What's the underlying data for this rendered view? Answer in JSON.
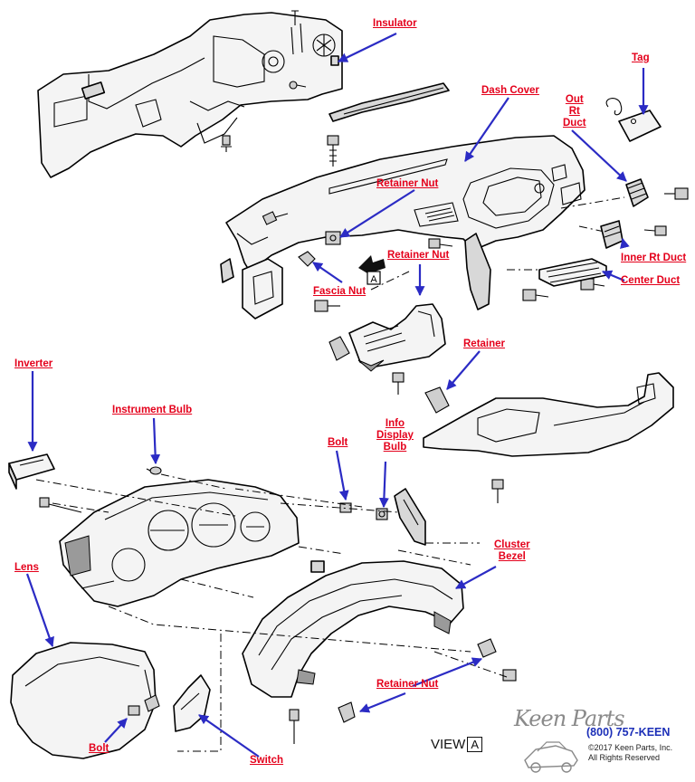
{
  "labels": {
    "insulator": "Insulator",
    "tag": "Tag",
    "dash_cover": "Dash Cover",
    "out_rt_duct_1": "Out",
    "out_rt_duct_2": "Rt",
    "out_rt_duct_3": "Duct",
    "retainer_nut_top": "Retainer Nut",
    "retainer_nut_mid": "Retainer Nut",
    "retainer_nut_bottom": "Retainer Nut",
    "fascia_nut": "Fascia Nut",
    "inner_rt_duct": "Inner Rt Duct",
    "center_duct": "Center Duct",
    "retainer": "Retainer",
    "inverter": "Inverter",
    "instrument_bulb": "Instrument Bulb",
    "bolt_top": "Bolt",
    "bolt_bottom": "Bolt",
    "info_display_bulb_1": "Info",
    "info_display_bulb_2": "Display",
    "info_display_bulb_3": "Bulb",
    "cluster_bezel_1": "Cluster",
    "cluster_bezel_2": "Bezel",
    "lens": "Lens",
    "switch": "Switch"
  },
  "callout_letter": "A",
  "view": {
    "text": "VIEW",
    "letter": "A"
  },
  "brand": {
    "logo": "Keen Parts",
    "phone": "(800) 757-KEEN",
    "copyright": "©2017 Keen Parts, Inc.",
    "rights": "All Rights Reserved"
  },
  "colors": {
    "label": "#e4001b",
    "leader": "#2b2bc4",
    "phone": "#1c2fb8"
  }
}
